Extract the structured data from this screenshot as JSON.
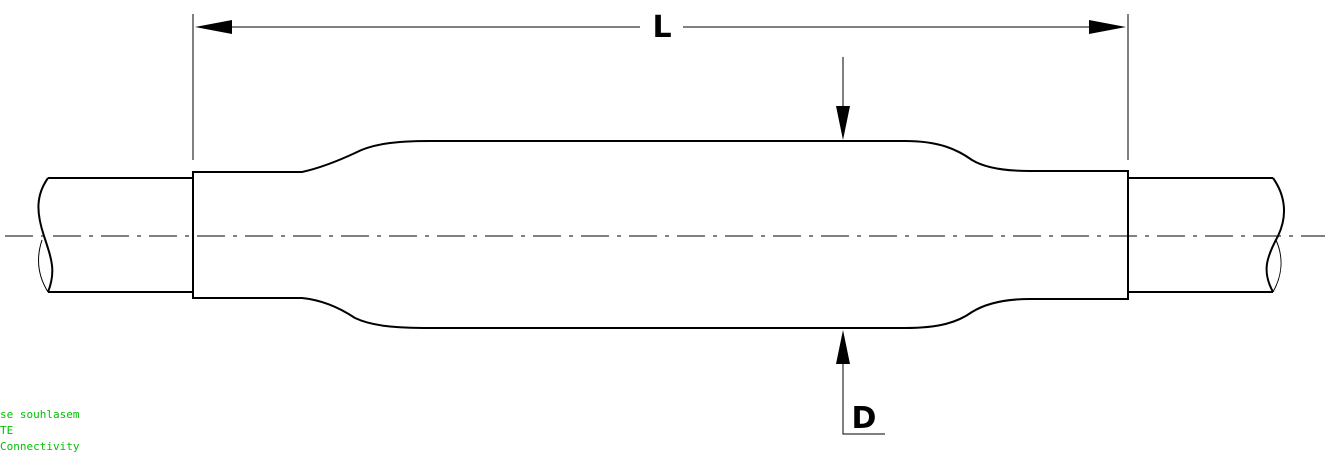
{
  "drawing": {
    "length_label": "L",
    "diameter_label": "D"
  },
  "credit": {
    "line1": "se souhlasem",
    "line2": "TE",
    "line3": "Connectivity"
  }
}
